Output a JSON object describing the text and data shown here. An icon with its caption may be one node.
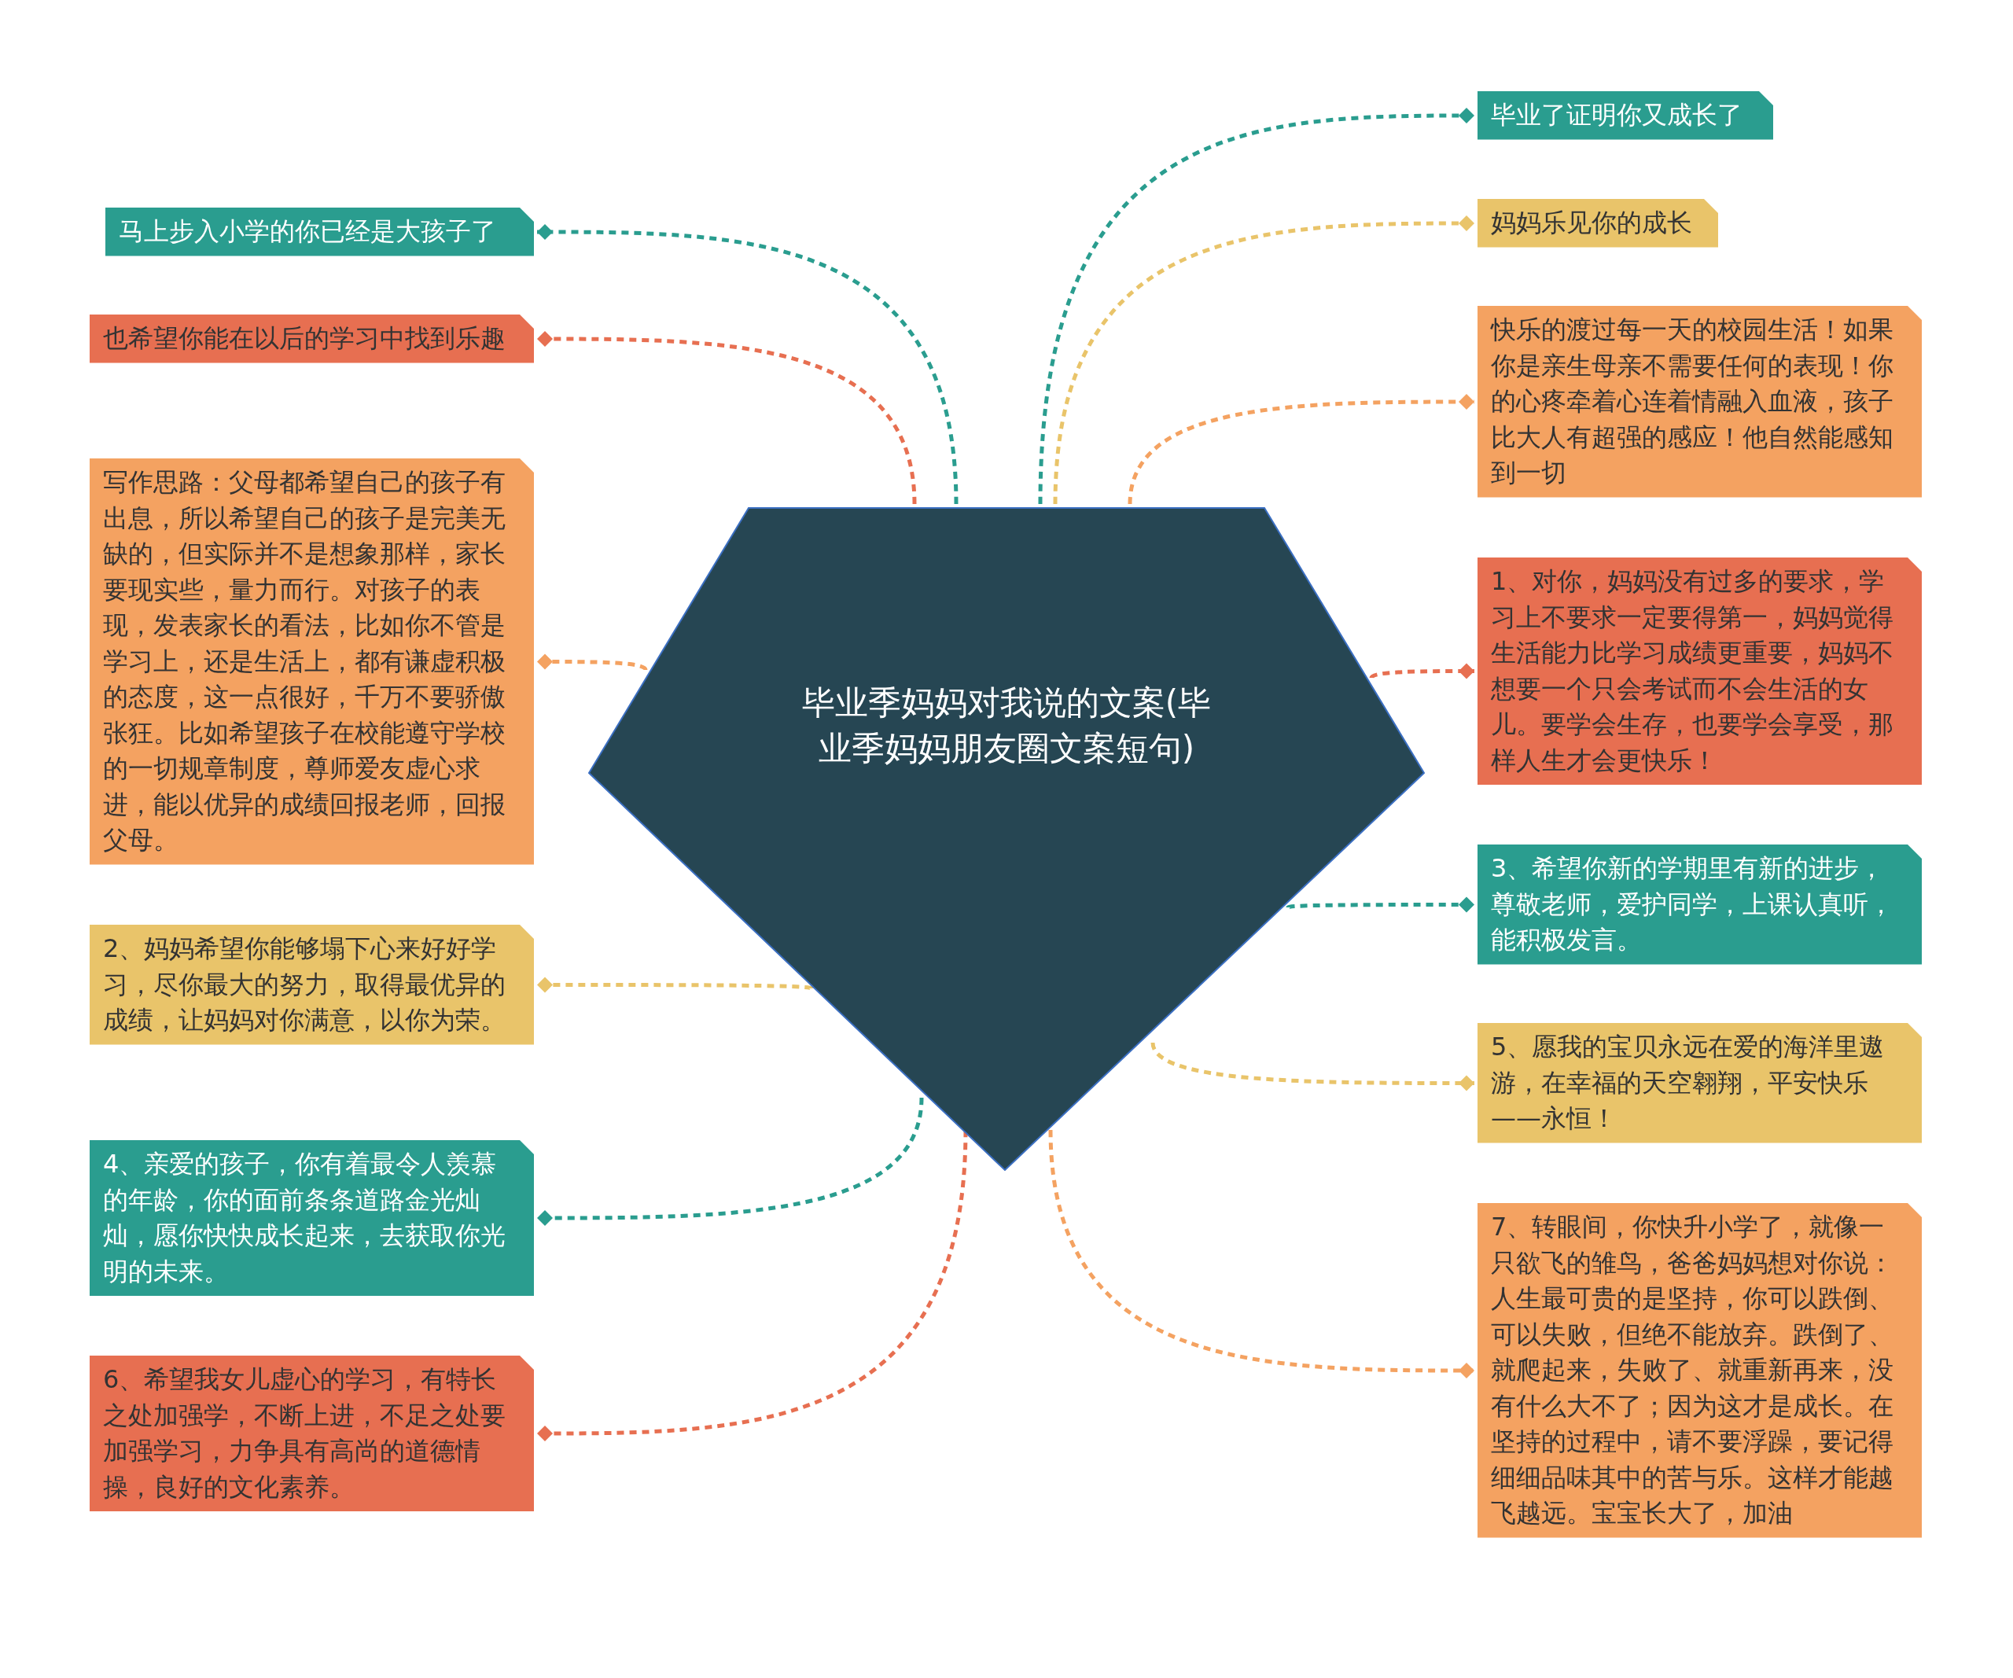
{
  "diagram": {
    "nodes": [
      {
        "text": [
          "毕业季妈妈对我说的文案(毕业季妈妈朋友圈文案短句)"
        ]
      },
      {
        "text": [
          "马上步入小学的你已经是大孩子了"
        ]
      },
      {
        "text": [
          "也希望你能在以后的学习中找到乐趣"
        ]
      },
      {
        "text": [
          "写作思路：父母都希望自己的孩子有出息，所以希望自己的孩子是完美无缺的，但实际并不是想象那样，家长要现实些，量力而行。对孩子的表现，发表家长的看法，比如你不管是学习上，还是生活上，都有谦虚积极的态度，这一点很好，千万不要骄傲张狂。比如希望孩子在校能遵守学校的一切规章制度，尊师爱友虚心求进，能以优异的成绩回报老师，回报父母。"
        ]
      },
      {
        "text": [
          "2、妈妈希望你能够塌下心来好好学习，尽你最大的努力，取得最优异的成绩，让妈妈对你满意，以你为荣。"
        ]
      },
      {
        "text": [
          "4、亲爱的孩子，你有着最令人羡慕的年龄，你的面前条条道路金光灿灿，愿你快快成长起来，去获取你光明的未来。"
        ]
      },
      {
        "text": [
          "6、希望我女儿虚心的学习，有特长之处加强学，不断上进，不足之处要加强学习，力争具有高尚的道德情操，良好的文化素养。"
        ]
      },
      {
        "text": [
          "毕业了证明你又成长了"
        ]
      },
      {
        "text": [
          "妈妈乐见你的成长"
        ]
      },
      {
        "text": [
          "快乐的渡过每一天的校园生活！如果你是亲生母亲不需要任何的表现！你的心疼牵着心连着情融入血液，孩子比大人有超强的感应！他自然能感知到一切"
        ]
      },
      {
        "text": [
          "1、对你，妈妈没有过多的要求，学习上不要求一定要得第一，妈妈觉得生活能力比学习成绩更重要，妈妈不想要一个只会考试而不会生活的女儿。要学会生存，也要学会享受，那样人生才会更快乐！"
        ]
      },
      {
        "text": [
          "3、希望你新的学期里有新的进步，尊敬老师，爱护同学，上课认真听，能积极发言。"
        ]
      },
      {
        "text": [
          "5、愿我的宝贝永远在爱的海洋里遨游，在幸福的天空翱翔，平安快乐——永恒！"
        ]
      },
      {
        "text": [
          "7、转眼间，你快升小学了，就像一只欲飞的雏鸟，爸爸妈妈想对你说：人生最可贵的是坚持，你可以跌倒、可以失败，但绝不能放弃。跌倒了、就爬起来，失败了、就重新再来，没有什么大不了；因为这才是成长。在坚持的过程中，请不要浮躁，要记得细细品味其中的苦与乐。这样才能越飞越远。宝宝长大了，加油"
        ]
      }
    ],
    "edges": [
      {
        "from": 0,
        "to": 1,
        "arrow": "other",
        "style": "dashed",
        "color": "#2a9d8f"
      },
      {
        "from": 0,
        "to": 2,
        "arrow": "other",
        "style": "dashed",
        "color": "#e76f51"
      },
      {
        "from": 0,
        "to": 3,
        "arrow": "other",
        "style": "dashed",
        "color": "#f4a261"
      },
      {
        "from": 0,
        "to": 4,
        "arrow": "other",
        "style": "dashed",
        "color": "#e9c46a"
      },
      {
        "from": 0,
        "to": 5,
        "arrow": "other",
        "style": "dashed",
        "color": "#2a9d8f"
      },
      {
        "from": 0,
        "to": 6,
        "arrow": "other",
        "style": "dashed",
        "color": "#e76f51"
      },
      {
        "from": 0,
        "to": 7,
        "arrow": "other",
        "style": "dashed",
        "color": "#2a9d8f"
      },
      {
        "from": 0,
        "to": 8,
        "arrow": "other",
        "style": "dashed",
        "color": "#e9c46a"
      },
      {
        "from": 0,
        "to": 9,
        "arrow": "other",
        "style": "dashed",
        "color": "#f4a261"
      },
      {
        "from": 0,
        "to": 10,
        "arrow": "other",
        "style": "dashed",
        "color": "#e76f51"
      },
      {
        "from": 0,
        "to": 11,
        "arrow": "other",
        "style": "dashed",
        "color": "#2a9d8f"
      },
      {
        "from": 0,
        "to": 12,
        "arrow": "other",
        "style": "dashed",
        "color": "#e9c46a"
      },
      {
        "from": 0,
        "to": 13,
        "arrow": "other",
        "style": "dashed",
        "color": "#f4a261"
      }
    ]
  }
}
